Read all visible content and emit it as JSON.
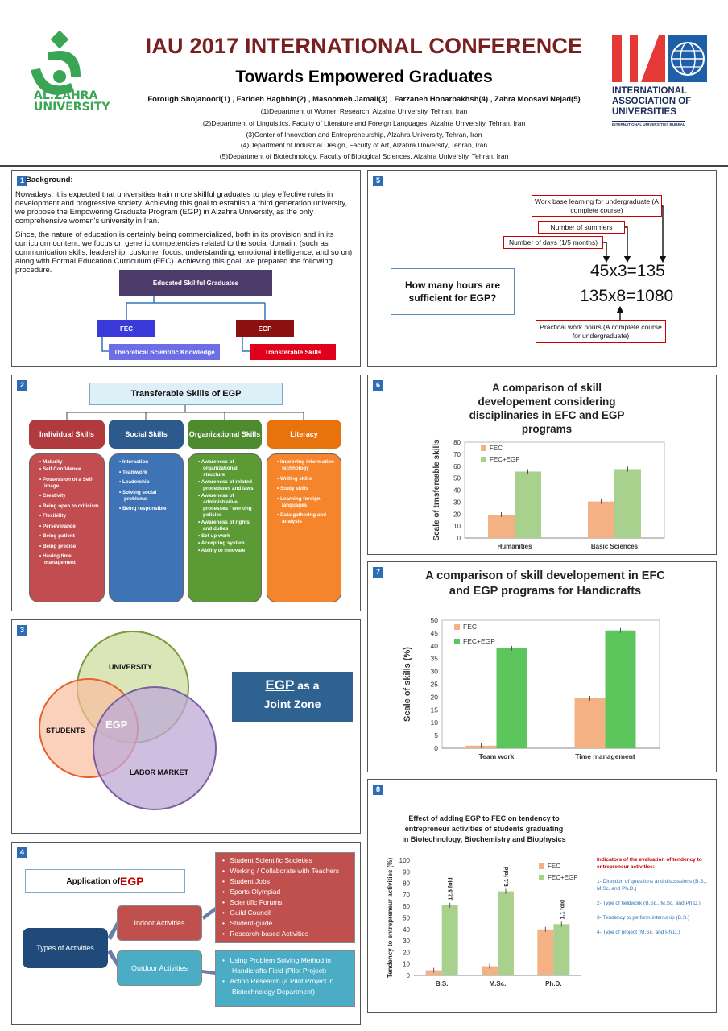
{
  "header": {
    "left_logo": "AL.ZAHRA UNIVERSITY",
    "right_logo": [
      "INTERNATIONAL",
      "ASSOCIATION OF",
      "UNIVERSITIES",
      "INTERNATIONAL UNIVERSITIES BUREAU"
    ],
    "title": "IAU 2017 INTERNATIONAL CONFERENCE",
    "subtitle": "Towards Empowered Graduates",
    "authors": "Forough Shojanoori(1) , Farideh Haghbin(2) , Masoomeh Jamali(3) , Farzaneh Honarbakhsh(4) , Zahra Moosavi Nejad(5)",
    "affiliations": [
      "(1)Department of Women Research, Alzahra University, Tehran, Iran",
      "(2)Department of Linguistics, Faculty of Literature and Foreign Languages, Alzahra University, Tehran, Iran",
      "(3)Center of Innovation and Entrepreneurship, Alzahra University, Tehran, Iran",
      "(4)Department of Industrial Design, Faculty of Art, Alzahra University, Tehran, Iran",
      "(5)Department of Biotechnology, Faculty of Biological Sciences, Alzahra University, Tehran, Iran"
    ]
  },
  "p1": {
    "num": "1",
    "heading": "Background:",
    "para1": "Nowadays, it is expected that universities train more skillful graduates to play effective rules in development and progressive society. Achieving this goal to establish a third generation university, we propose the Empowering Graduate Program (EGP) in Alzahra University, as the only comprehensive women's university in Iran.",
    "para2": "Since, the nature of education is certainly being commercialized, both in its provision and in its curriculum content, we focus on generic competencies related to the social domain, (such as communication skills, leadership, customer focus, understanding, emotional intelligence, and so on) along with Formal Education Curriculum (FEC). Achieving this goal, we prepared the following procedure.",
    "top": "Educated Skillful Graduates",
    "fec": "FEC",
    "egp": "EGP",
    "fec_child": "Theoretical Scientific Knowledge",
    "egp_child": "Transferable Skills"
  },
  "p2": {
    "num": "2",
    "title": "Transferable Skills of EGP",
    "cols": [
      {
        "head": "Individual Skills",
        "items": [
          "Maturity",
          "Self Confidence",
          "Possession of a Self-image",
          "Creativity",
          "Being open to criticism",
          "Flexibility",
          "Perseverance",
          "Being patient",
          "Being precise",
          "Having time management"
        ]
      },
      {
        "head": "Social Skills",
        "items": [
          "Interaction",
          "Teamwork",
          "Leadership",
          "Solving social problems",
          "Being responsible"
        ]
      },
      {
        "head": "Organizational Skills",
        "items": [
          "Awareness of organizational structure",
          "Awareness of related procedures and laws",
          "Awareness of administrative processes / working policies",
          "Awareness of rights and duties",
          "Set up work",
          "Accepting system",
          "Ability to innovate"
        ]
      },
      {
        "head": "Literacy",
        "items": [
          "Improving information technology",
          "Writing skills",
          "Study skills",
          "Learning foreign languages",
          "Data gathering and analysis"
        ]
      }
    ]
  },
  "p3": {
    "num": "3",
    "university": "UNIVERSITY",
    "students": "STUDENTS",
    "labor": "LABOR MARKET",
    "center": "EGP",
    "zone_egp": "EGP",
    "zone_as": " as a",
    "zone_rest": "Joint Zone"
  },
  "p4": {
    "num": "4",
    "app_prefix": "Application of ",
    "app_egp": "EGP",
    "types": "Types of Activities",
    "indoor": "Indoor Activities",
    "outdoor": "Outdoor Activities",
    "indoor_items": [
      "Student Scientific Societies",
      "Working / Collaborate with Teachers",
      "Student Jobs",
      "Sports Olympiad",
      "Scientific Forums",
      "Guild Council",
      "Student-guide",
      "Research-based Activities"
    ],
    "outdoor_items": [
      "Using Problem Solving Method in Handicrafts Field (Pilot Project)",
      "Action Research (a Pilot Project in Biotechnology Department)"
    ]
  },
  "p5": {
    "num": "5",
    "question": "How many hours are sufficient for EGP?",
    "wbl": "Work base learning for undergraduate (A complete course)",
    "summers": "Number of summers",
    "days": "Number of days (1/5 months)",
    "eq1": "45x3=135",
    "eq2": "135x8=1080",
    "practical": "Practical work hours (A complete course for undergraduate)"
  },
  "chart_data": [
    {
      "type": "bar",
      "title": "A comparison of skill developement considering disciplinaries in EFC and EGP programs",
      "categories": [
        "Humanities",
        "Basic Sciences"
      ],
      "series": [
        {
          "name": "FEC",
          "values": [
            19.5,
            30.5
          ]
        },
        {
          "name": "FEC+EGP",
          "values": [
            55.5,
            57.5
          ]
        }
      ],
      "ylabel": "Scale of trnsfereable skills",
      "ylim": [
        0,
        80
      ],
      "yticks": [
        0,
        10,
        20,
        30,
        40,
        50,
        60,
        70,
        80
      ],
      "colors": [
        "#f4b183",
        "#a9d18e"
      ],
      "grid": false,
      "legend": "top-left"
    },
    {
      "type": "bar",
      "title": "A comparison of skill developement in EFC and EGP programs for Handicrafts",
      "categories": [
        "Team work",
        "Time management"
      ],
      "series": [
        {
          "name": "FEC",
          "values": [
            1,
            19.5
          ]
        },
        {
          "name": "FEC+EGP",
          "values": [
            39,
            46
          ]
        }
      ],
      "ylabel": "Scale of skills (%)",
      "ylim": [
        0,
        50
      ],
      "yticks": [
        0,
        5,
        10,
        15,
        20,
        25,
        30,
        35,
        40,
        45,
        50
      ],
      "colors": [
        "#f4b183",
        "#5cc65c"
      ],
      "grid": false,
      "legend": "top-left"
    },
    {
      "type": "bar",
      "title": "Effect of adding EGP to FEC on tendency to entrepreneur activities of students graduating in Biotechnology, Biochemistry and Biophysics",
      "categories": [
        "B.S.",
        "M.Sc.",
        "Ph.D."
      ],
      "series": [
        {
          "name": "FEC",
          "values": [
            4.5,
            8,
            40
          ]
        },
        {
          "name": "FEC+EGP",
          "values": [
            61,
            73,
            44.5
          ]
        }
      ],
      "annotations": [
        "12.8 fold",
        "9.1 fold",
        "1.1 fold"
      ],
      "ylabel": "Tendency to entrepreneur activities (%)",
      "ylim": [
        0,
        100
      ],
      "yticks": [
        0,
        10,
        20,
        30,
        40,
        50,
        60,
        70,
        80,
        90,
        100
      ],
      "colors": [
        "#f4b183",
        "#a9d18e"
      ],
      "grid": false,
      "legend": "top-right"
    }
  ],
  "p6": {
    "num": "6"
  },
  "p7": {
    "num": "7"
  },
  "p8": {
    "num": "8",
    "ind_title": "Indicators of the evaluation of tendency to entrepreneur activities:",
    "indicators": [
      "1- Direction of questions and discussions (B.S., M.Sc. and Ph.D.)",
      "2- Type of fieldwork (B.Sc., M.Sc. and Ph.D.)",
      "3- Tendency to perform internship (B.S.)",
      "4- Type of project (M.Sc. and Ph.D.)"
    ]
  },
  "colors": {
    "title": "#7a1f1f",
    "accent_blue": "#2e6db4",
    "red": "#c00000"
  }
}
